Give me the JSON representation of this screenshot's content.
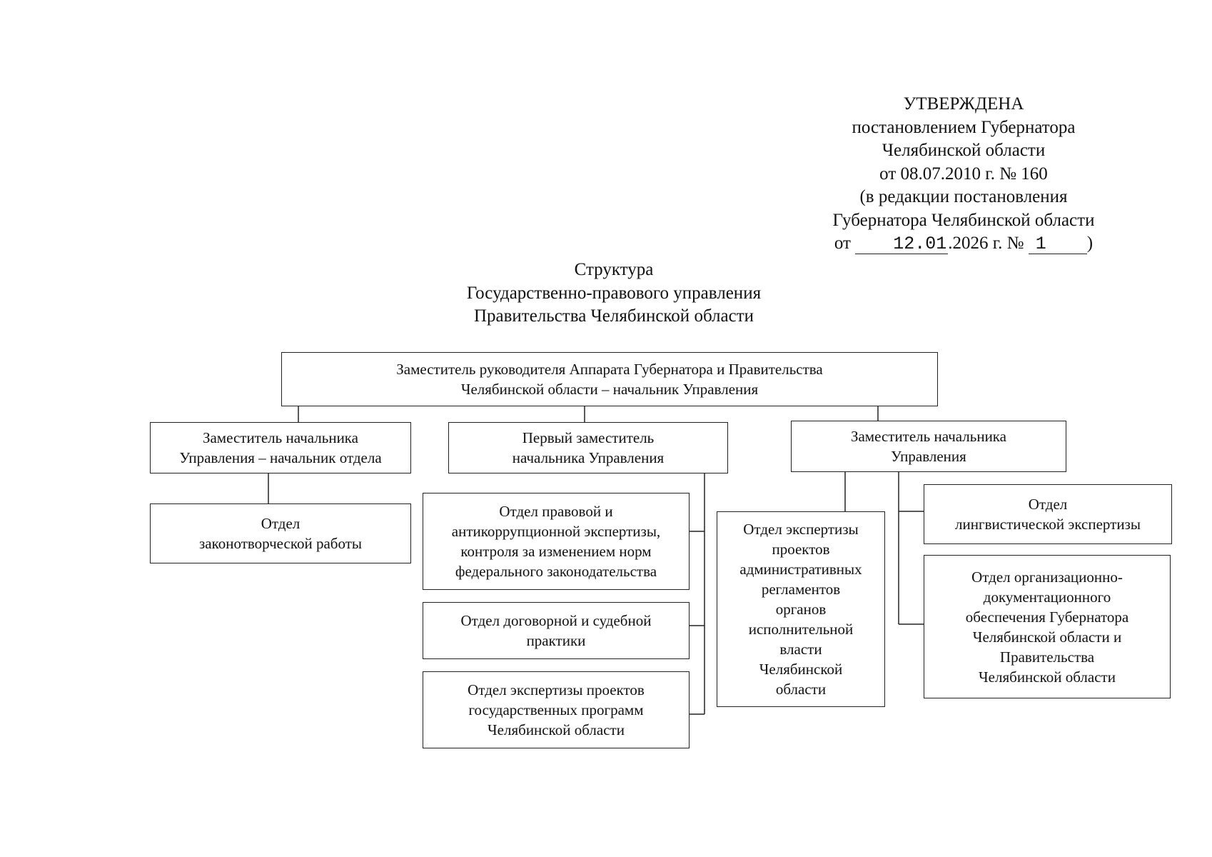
{
  "approval": {
    "line1": "УТВЕРЖДЕНА",
    "line2": "постановлением Губернатора",
    "line3": "Челябинской области",
    "line4": "от 08.07.2010 г. № 160",
    "line5": "(в редакции постановления",
    "line6": "Губернатора Челябинской области",
    "prefix": "от",
    "date_handwritten": "12.01",
    "date_suffix": ".2026 г. №",
    "number_handwritten": "1",
    "close": ")"
  },
  "title": {
    "line1": "Структура",
    "line2": "Государственно-правового управления",
    "line3": "Правительства Челябинской области"
  },
  "org": {
    "head": {
      "line1": "Заместитель руководителя Аппарата Губернатора и Правительства",
      "line2": "Челябинской области – начальник Управления"
    },
    "deputy_left": {
      "line1": "Заместитель начальника",
      "line2": "Управления – начальник отдела"
    },
    "first_deputy": {
      "line1": "Первый заместитель",
      "line2": "начальника Управления"
    },
    "deputy_right": {
      "line1": "Заместитель начальника",
      "line2": "Управления"
    },
    "dept_lawmaking": {
      "line1": "Отдел",
      "line2": "законотворческой работы"
    },
    "dept_legal_anticorruption": {
      "line1": "Отдел правовой и",
      "line2": "антикоррупционной экспертизы,",
      "line3": "контроля за изменением норм",
      "line4": "федерального законодательства"
    },
    "dept_contract": {
      "line1": "Отдел договорной и судебной",
      "line2": "практики"
    },
    "dept_programs": {
      "line1": "Отдел экспертизы проектов",
      "line2": "государственных программ",
      "line3": "Челябинской области"
    },
    "dept_admin_regulations": {
      "line1": "Отдел экспертизы",
      "line2": "проектов",
      "line3": "административных",
      "line4": "регламентов",
      "line5": "органов",
      "line6": "исполнительной",
      "line7": "власти",
      "line8": "Челябинской",
      "line9": "области"
    },
    "dept_linguistic": {
      "line1": "Отдел",
      "line2": "лингвистической экспертизы"
    },
    "dept_org_doc": {
      "line1": "Отдел организационно-",
      "line2": "документационного",
      "line3": "обеспечения Губернатора",
      "line4": "Челябинской области и",
      "line5": "Правительства",
      "line6": "Челябинской области"
    }
  }
}
